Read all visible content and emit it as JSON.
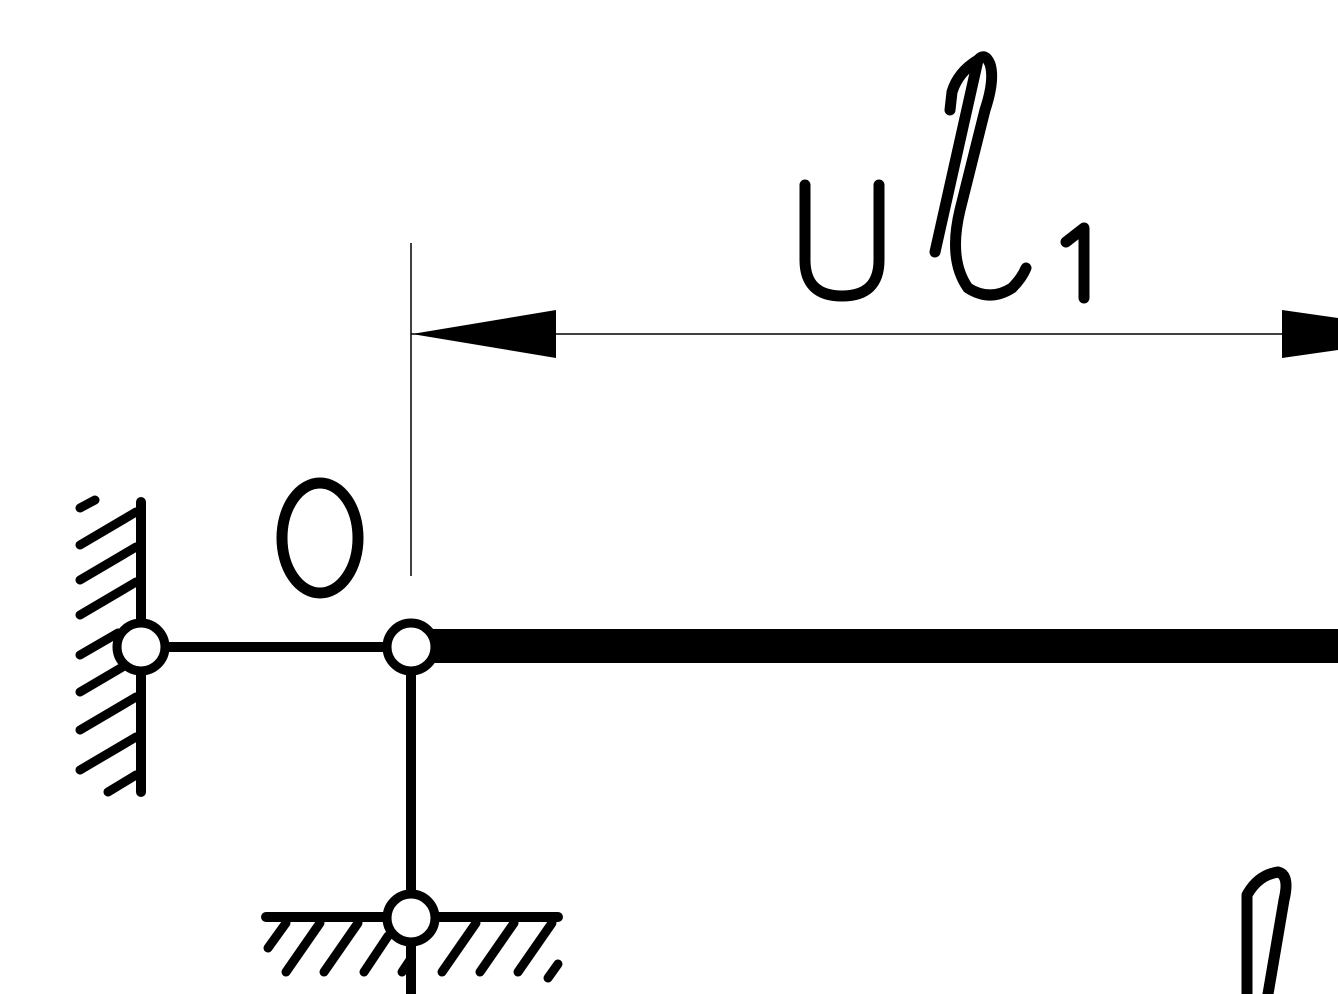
{
  "diagram": {
    "dimension_label": {
      "prefix": "u",
      "symbol": "l",
      "subscript": "1"
    },
    "point_label": "O",
    "bottom_right_label": "l",
    "colors": {
      "ink": "#000000",
      "background": "#ffffff"
    }
  }
}
